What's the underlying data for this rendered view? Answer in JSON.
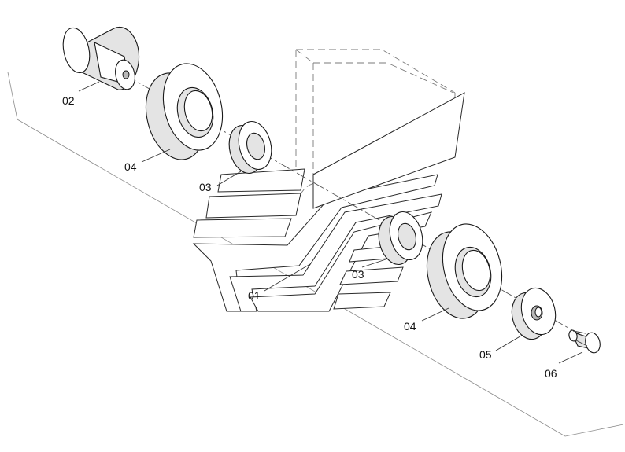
{
  "callouts": [
    {
      "id": "c02a",
      "label": "02"
    },
    {
      "id": "c04a",
      "label": "04"
    },
    {
      "id": "c03a",
      "label": "03"
    },
    {
      "id": "c01",
      "label": "01"
    },
    {
      "id": "c03b",
      "label": "03"
    },
    {
      "id": "c04b",
      "label": "04"
    },
    {
      "id": "c05",
      "label": "05"
    },
    {
      "id": "c06",
      "label": "06"
    }
  ]
}
